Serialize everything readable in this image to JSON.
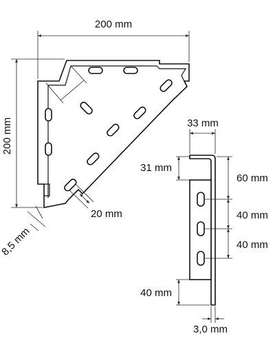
{
  "diagram": {
    "colors": {
      "ink": "#111111",
      "dim": "#222222",
      "paper": "#ffffff"
    },
    "plate": {
      "width_label": "200 mm",
      "height_label": "200 mm",
      "offset_label": "8,5 mm",
      "slot_label": "20 mm"
    },
    "side": {
      "flange_label": "33 mm",
      "top_offset_label": "31 mm",
      "spacing_a_label": "60 mm",
      "spacing_b_label": "40 mm",
      "spacing_c_label": "40 mm",
      "bottom_label": "40 mm",
      "thickness_label": "3,0 mm"
    }
  }
}
